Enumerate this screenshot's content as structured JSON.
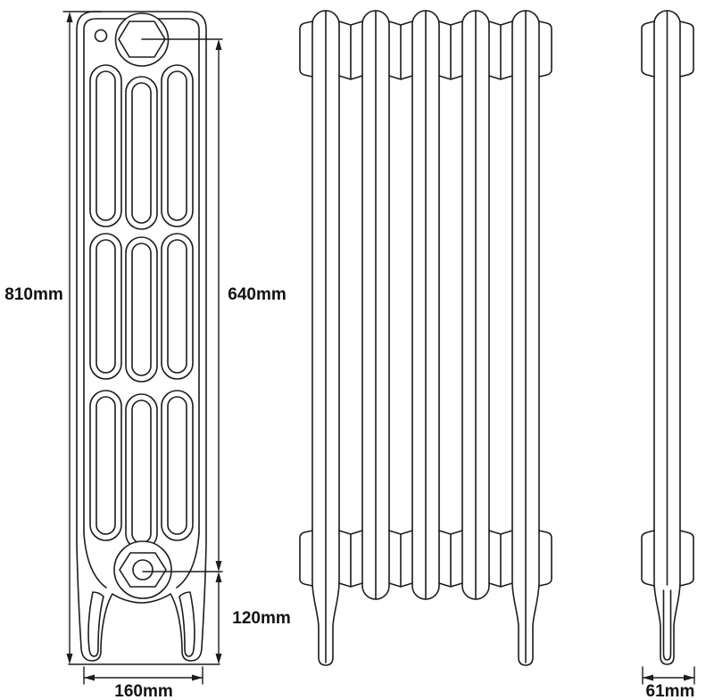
{
  "drawing": {
    "kind": "cast-iron radiator dimension drawing",
    "front_view_sections": 5,
    "section_columns": 3,
    "channel_rows": 3
  },
  "dimensions": {
    "overall_height": "810mm",
    "tapping_centres": "640mm",
    "floor_to_tapping_centre": "120mm",
    "base_width": "160mm",
    "depth": "61mm"
  },
  "colors": {
    "line": "#1c1c1c",
    "background": "#ffffff",
    "text": "#111111"
  }
}
